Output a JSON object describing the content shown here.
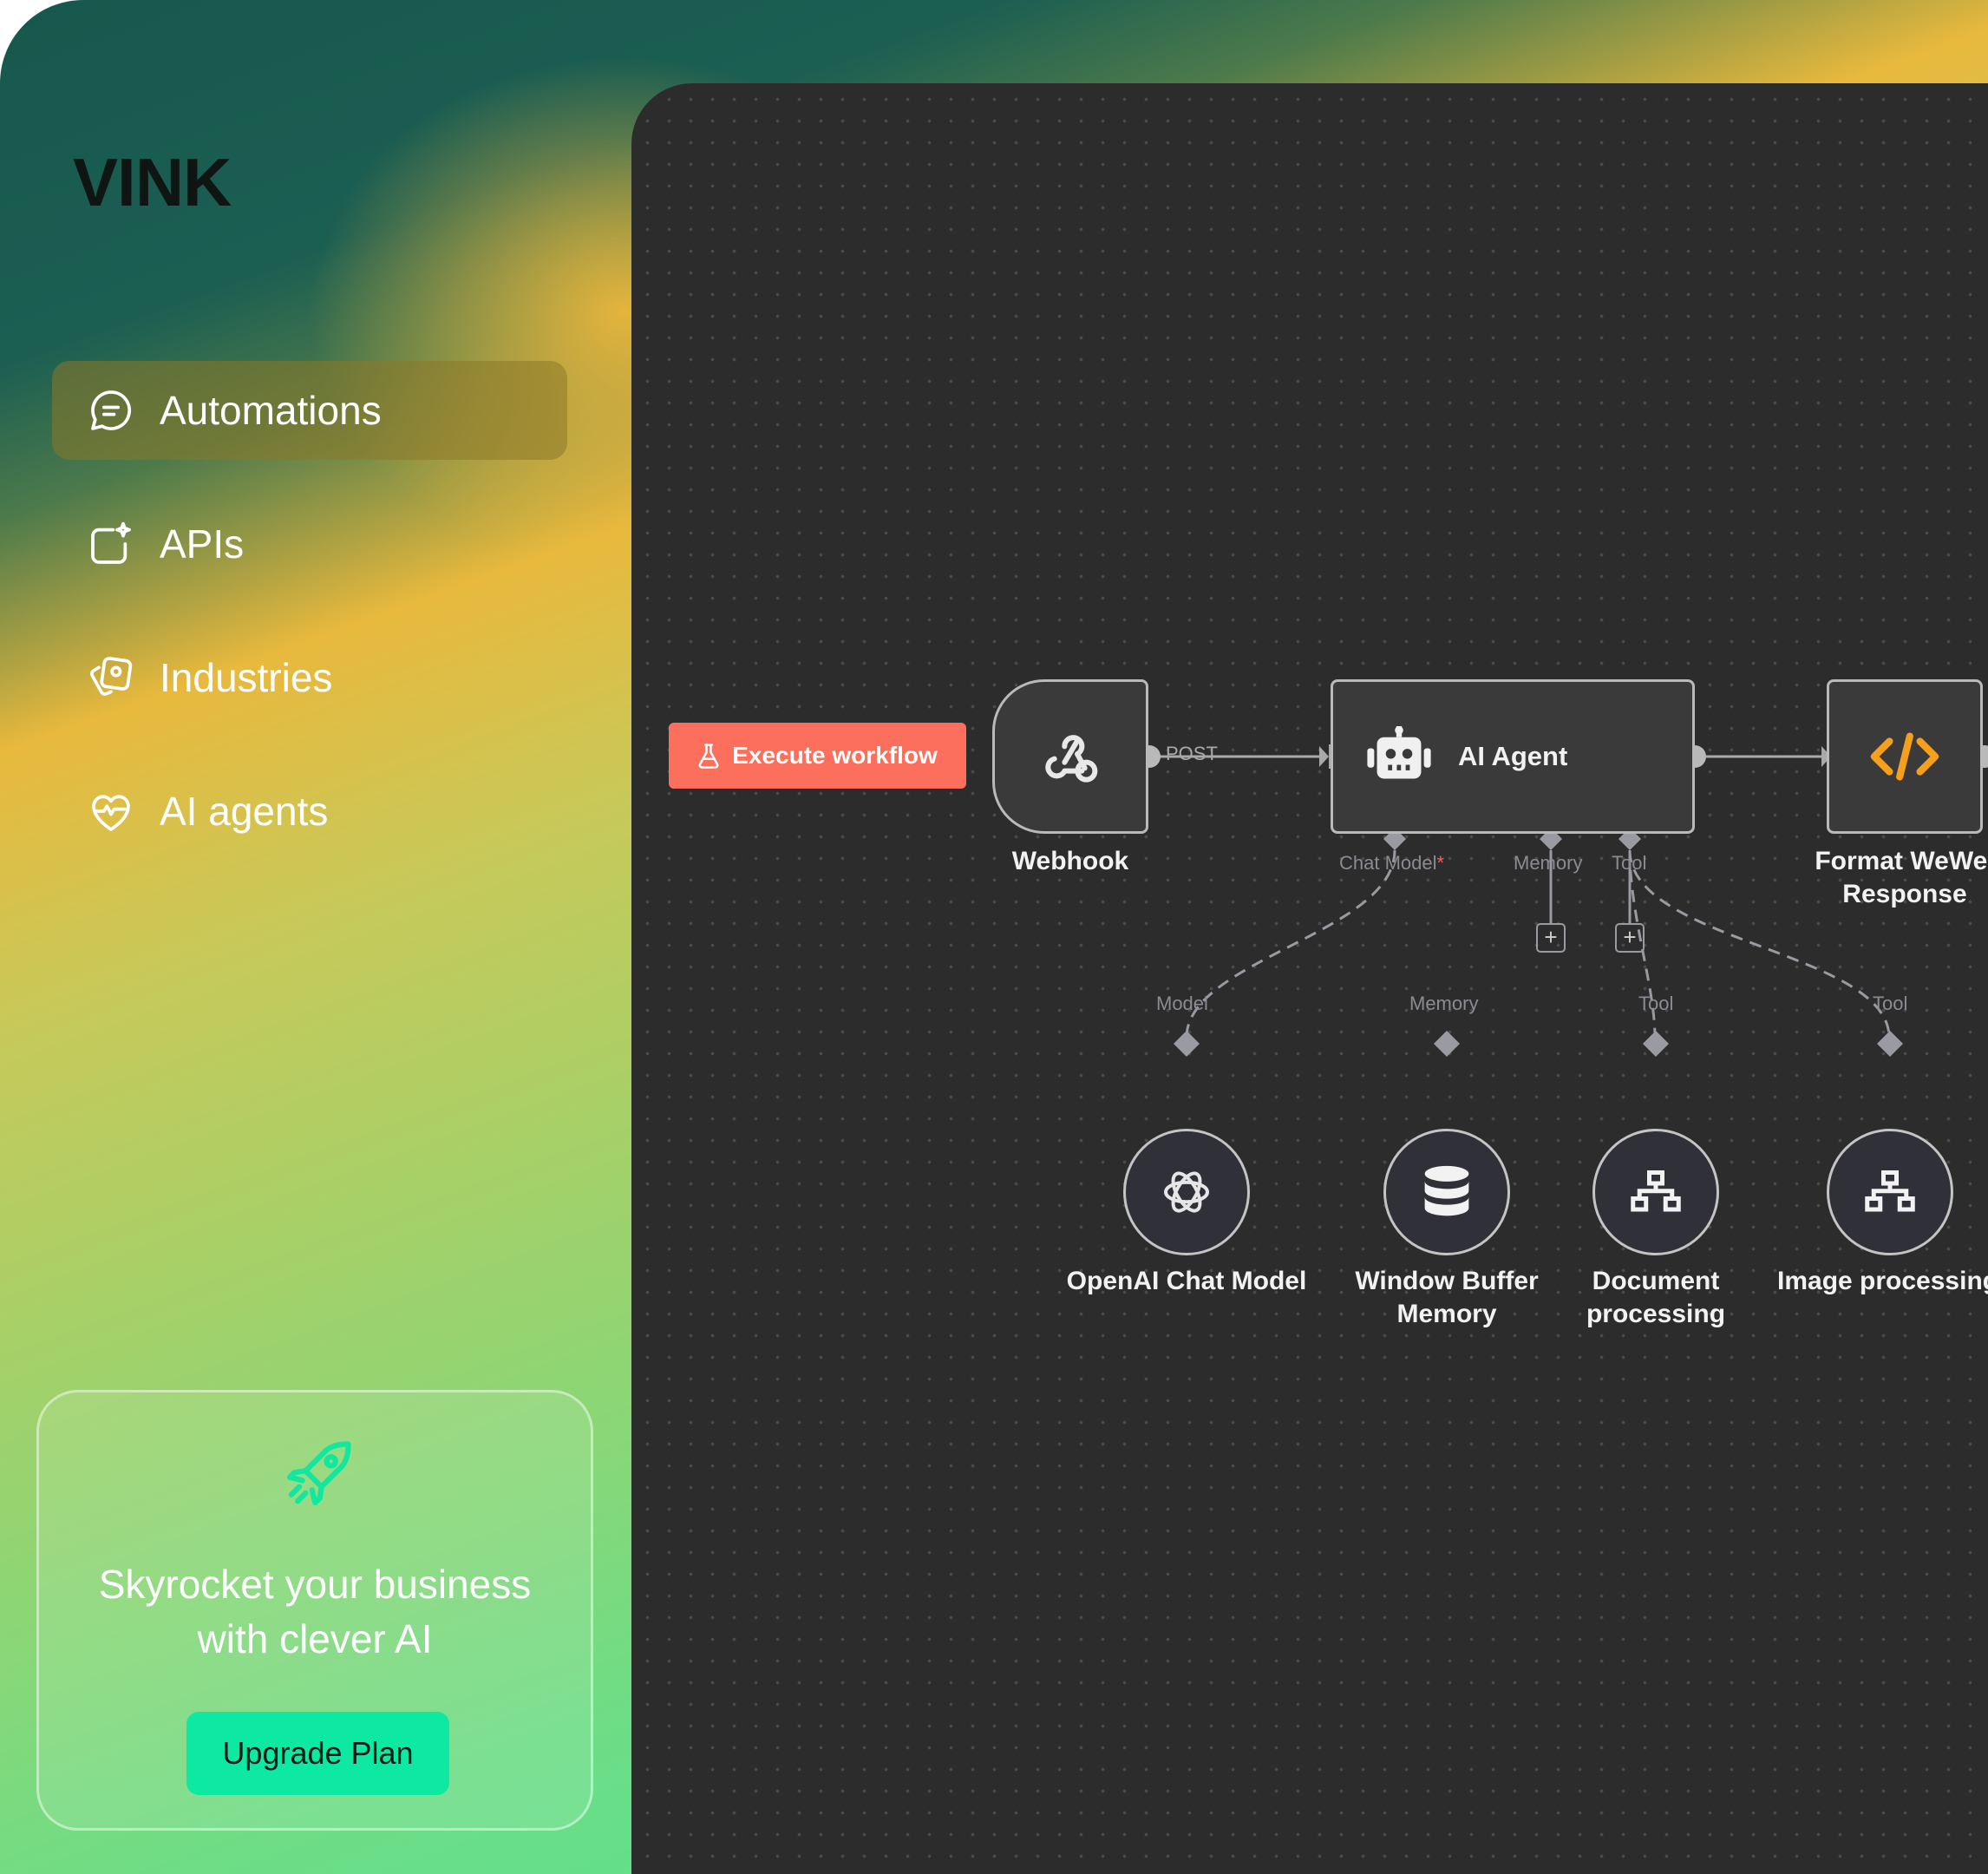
{
  "brand": {
    "logo": "VINK"
  },
  "sidebar": {
    "items": [
      {
        "label": "Automations",
        "icon": "chat-bubble-icon",
        "active": true
      },
      {
        "label": "APIs",
        "icon": "sparkle-window-icon",
        "active": false
      },
      {
        "label": "Industries",
        "icon": "cards-icon",
        "active": false
      },
      {
        "label": "AI agents",
        "icon": "heart-pulse-icon",
        "active": false
      }
    ]
  },
  "promo": {
    "icon": "rocket-icon",
    "line1": "Skyrocket your business",
    "line2": "with clever AI",
    "button": "Upgrade Plan"
  },
  "workflow": {
    "execute_button": "Execute workflow",
    "edge_post": "POST",
    "nodes": {
      "webhook": "Webhook",
      "agent": "AI Agent",
      "format_line1": "Format WeWel",
      "format_line2": "Response",
      "openai": "OpenAI Chat Model",
      "memory_line1": "Window Buffer",
      "memory_line2": "Memory",
      "doc_line1": "Document",
      "doc_line2": "processing",
      "image": "Image processing"
    },
    "ports": {
      "chat_model": "Chat Model",
      "required_mark": "*",
      "memory": "Memory",
      "tool": "Tool",
      "model": "Model"
    },
    "colors": {
      "execute": "#fb6f5c",
      "code_icon": "#f59f1c",
      "canvas": "#2c2c2c"
    }
  }
}
